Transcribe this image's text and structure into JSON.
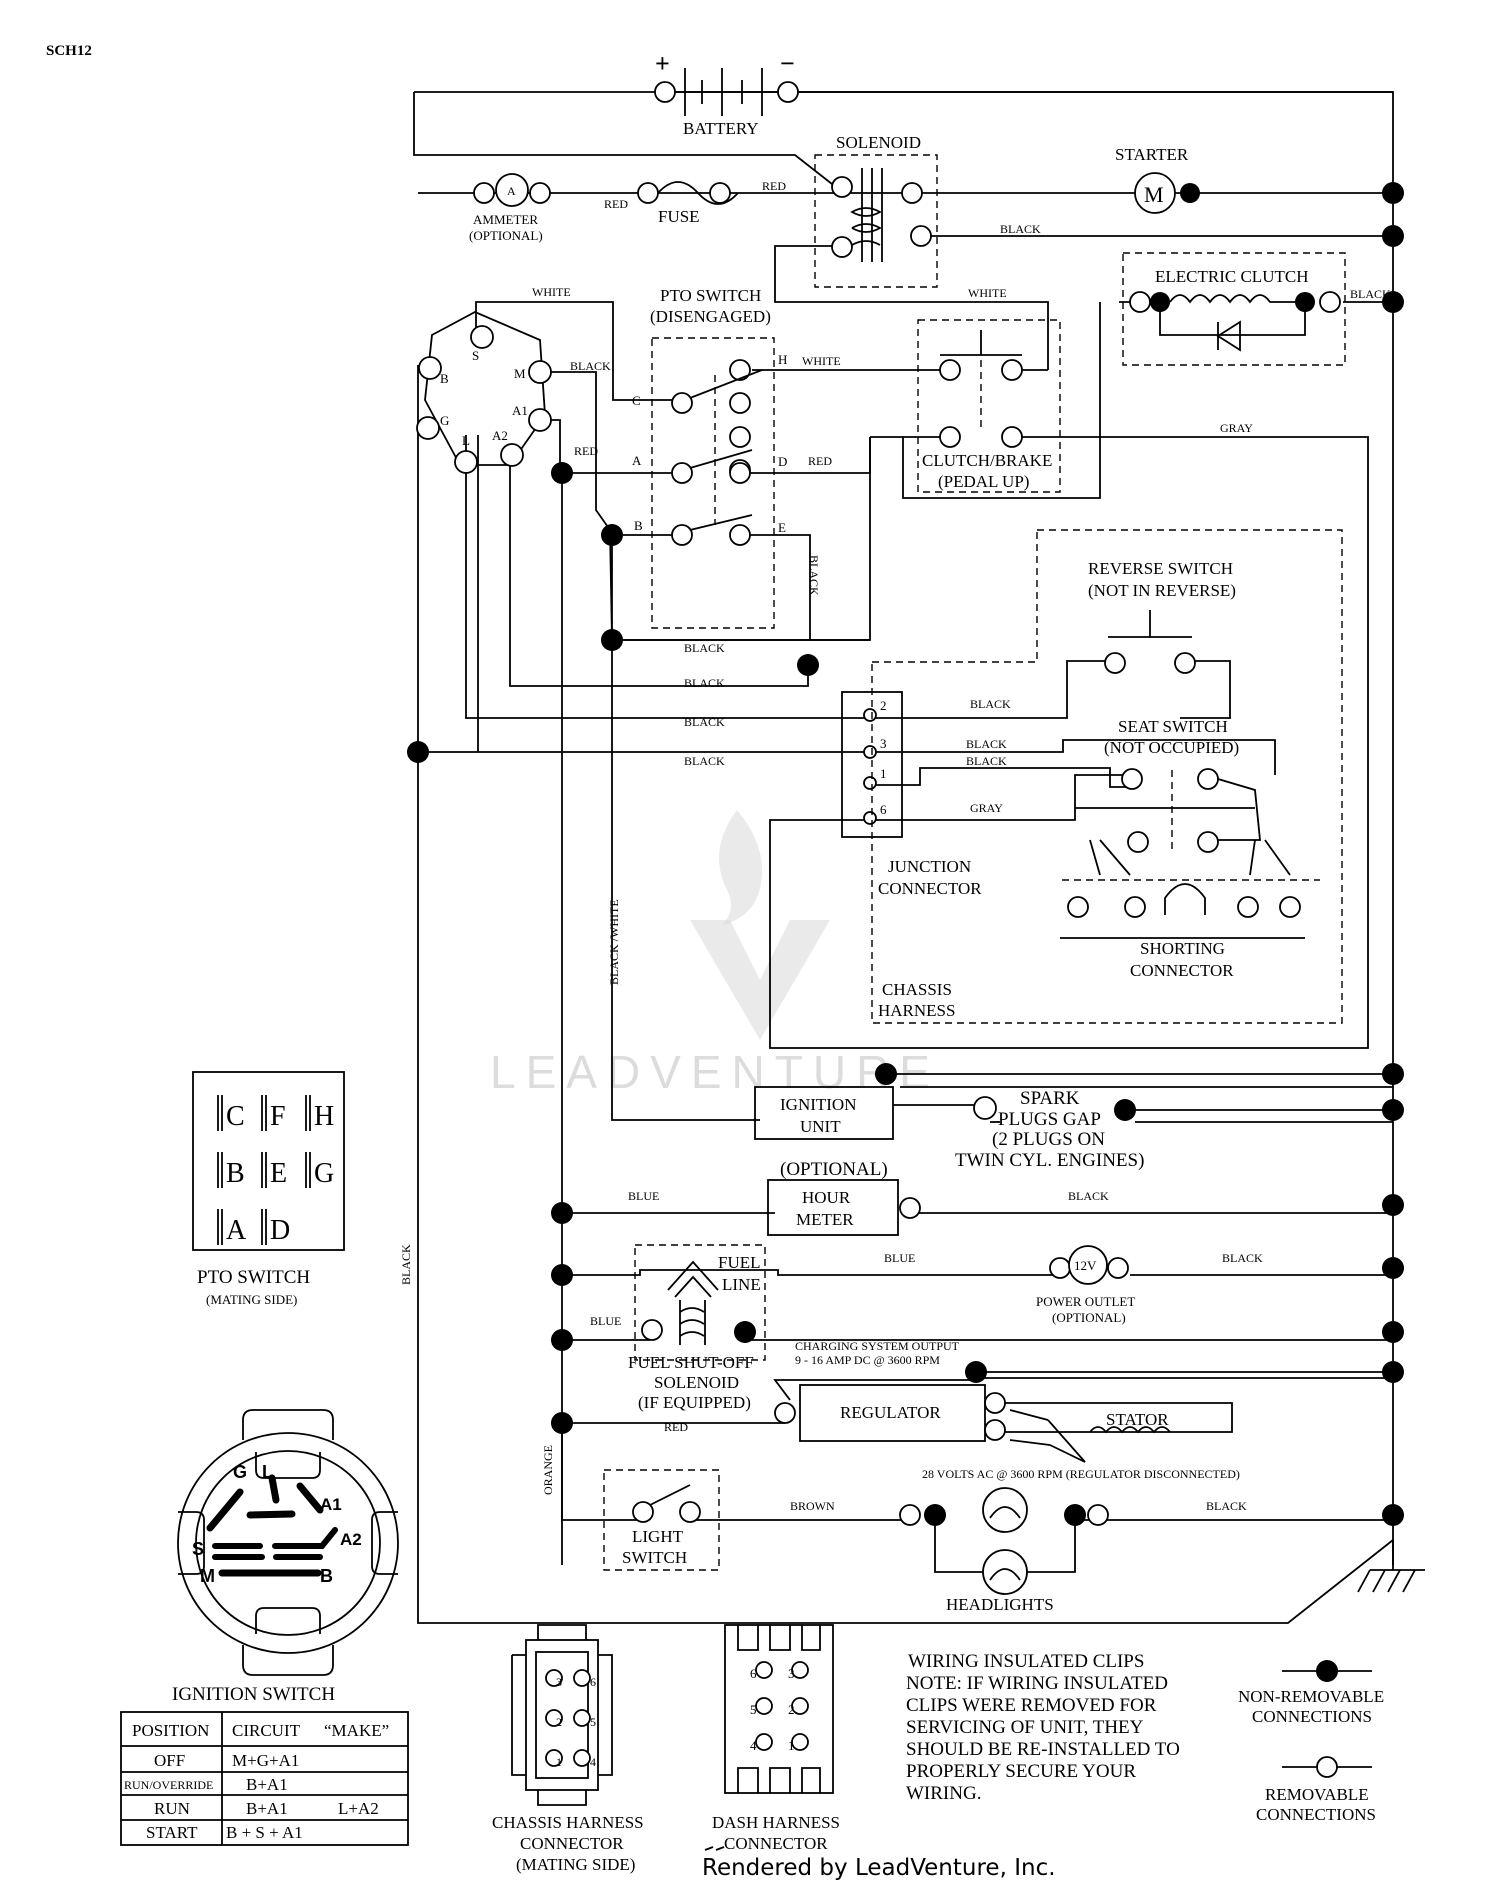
{
  "doc_id": "SCH12",
  "components": {
    "battery": "BATTERY",
    "battery_pos": "+",
    "battery_neg": "−",
    "solenoid": "SOLENOID",
    "starter": "STARTER",
    "starter_symbol": "M",
    "ammeter": "AMMETER",
    "ammeter_opt": "(OPTIONAL)",
    "ammeter_symbol": "A",
    "fuse": "FUSE",
    "electric_clutch": "ELECTRIC CLUTCH",
    "pto_switch": "PTO SWITCH",
    "pto_state": "(DISENGAGED)",
    "clutch_brake": "CLUTCH/BRAKE",
    "clutch_brake_state": "(PEDAL UP)",
    "reverse_switch": "REVERSE SWITCH",
    "reverse_state": "(NOT IN REVERSE)",
    "seat_switch": "SEAT SWITCH",
    "seat_state": "(NOT OCCUPIED)",
    "junction_1": "JUNCTION",
    "junction_2": "CONNECTOR",
    "shorting_1": "SHORTING",
    "shorting_2": "CONNECTOR",
    "chassis_1": "CHASSIS",
    "chassis_2": "HARNESS",
    "ignition_1": "IGNITION",
    "ignition_2": "UNIT",
    "spark_1": "SPARK",
    "spark_2": "PLUGS GAP",
    "spark_3": "(2 PLUGS ON",
    "spark_4": "TWIN CYL. ENGINES)",
    "hour_opt": "(OPTIONAL)",
    "hour_1": "HOUR",
    "hour_2": "METER",
    "fuel_line_1": "FUEL",
    "fuel_line_2": "LINE",
    "power_symbol": "12V",
    "power_1": "POWER OUTLET",
    "power_2": "(OPTIONAL)",
    "fuel_sol_1": "FUEL SHUT-OFF",
    "fuel_sol_2": "SOLENOID",
    "fuel_sol_3": "(IF EQUIPPED)",
    "charging_1": "CHARGING SYSTEM OUTPUT",
    "charging_2": "9 - 16 AMP DC @ 3600 RPM",
    "regulator": "REGULATOR",
    "stator": "STATOR",
    "stator_note": "28 VOLTS AC @ 3600 RPM (REGULATOR DISCONNECTED)",
    "light_1": "LIGHT",
    "light_2": "SWITCH",
    "headlights": "HEADLIGHTS"
  },
  "wires": {
    "red": "RED",
    "black": "BLACK",
    "white": "WHITE",
    "gray": "GRAY",
    "blue": "BLUE",
    "brown": "BROWN",
    "orange": "ORANGE",
    "black_white": "BLACK /WHITE",
    "black_short": "BLACK"
  },
  "ign_terminals": [
    "B",
    "S",
    "M",
    "G",
    "A1",
    "L",
    "A2"
  ],
  "pto_terminals": [
    "C",
    "A",
    "B",
    "H",
    "D",
    "E"
  ],
  "junction_pins": [
    "2",
    "3",
    "1",
    "6"
  ],
  "pto_mating": {
    "rows": [
      [
        "C",
        "F",
        "H"
      ],
      [
        "B",
        "E",
        "G"
      ],
      [
        "A",
        "D"
      ]
    ],
    "title": "PTO SWITCH",
    "subtitle": "(MATING SIDE)"
  },
  "ignition_face": {
    "labels": [
      "G",
      "L",
      "A1",
      "S",
      "A2",
      "M",
      "B"
    ],
    "title": "IGNITION SWITCH"
  },
  "ignition_table": {
    "headers": [
      "POSITION",
      "CIRCUIT",
      "“MAKE”"
    ],
    "rows": [
      {
        "pos": "OFF",
        "circuit": "M+G+A1",
        "make": ""
      },
      {
        "pos": "RUN/OVERRIDE",
        "circuit": "B+A1",
        "make": ""
      },
      {
        "pos": "RUN",
        "circuit": "B+A1",
        "make": "L+A2"
      },
      {
        "pos": "START",
        "circuit": "B + S + A1",
        "make": ""
      }
    ]
  },
  "chassis_connector": {
    "pins": [
      "3",
      "6",
      "2",
      "5",
      "1",
      "4"
    ],
    "label": [
      "CHASSIS HARNESS",
      "CONNECTOR",
      "(MATING SIDE)"
    ]
  },
  "dash_connector": {
    "pins": [
      "6",
      "3",
      "5",
      "2",
      "4",
      "1"
    ],
    "label": [
      "DASH HARNESS",
      "CONNECTOR"
    ]
  },
  "note": [
    "WIRING INSULATED CLIPS",
    "NOTE:  IF WIRING INSULATED",
    "CLIPS WERE REMOVED FOR",
    "SERVICING OF UNIT, THEY",
    "SHOULD BE RE-INSTALLED TO",
    "PROPERLY SECURE YOUR",
    "WIRING."
  ],
  "legend": {
    "nonremovable": [
      "NON-REMOVABLE",
      "CONNECTIONS"
    ],
    "removable": [
      "REMOVABLE",
      "CONNECTIONS"
    ]
  },
  "watermark": "LEADVENTURE",
  "footer": "Rendered by LeadVenture, Inc."
}
